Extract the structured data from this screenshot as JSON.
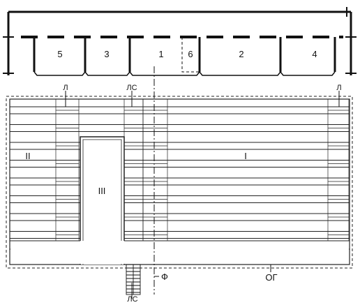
{
  "room_labels": {
    "r5": "5",
    "r3": "3",
    "r1": "1",
    "r6": "6",
    "r2": "2",
    "r4": "4"
  },
  "zone_labels": {
    "z1": "I",
    "z2": "II",
    "z3": "III"
  },
  "marker_labels": {
    "l_left": "Л",
    "ls_top": "ЛС",
    "l_right": "Л",
    "phi": "Ф",
    "og": "ОГ",
    "ls_bottom": "ЛС"
  }
}
